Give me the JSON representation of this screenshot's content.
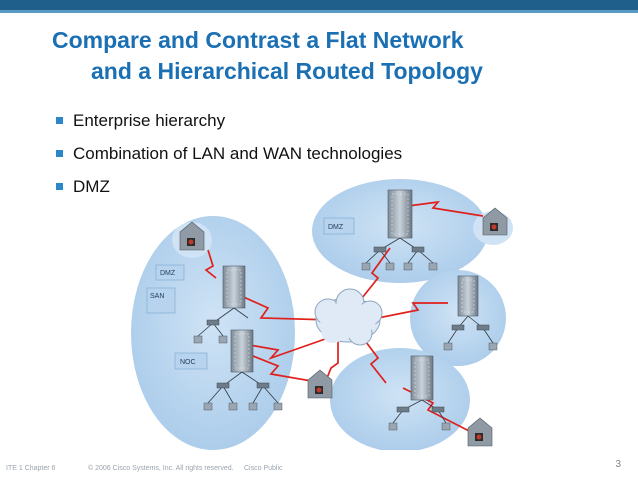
{
  "slide": {
    "title_line1": "Compare and Contrast a Flat Network",
    "title_line2": "and a Hierarchical Routed Topology",
    "bullets": [
      "Enterprise hierarchy",
      "Combination of LAN and WAN technologies",
      "DMZ"
    ]
  },
  "diagram": {
    "labels": {
      "dmz_top": "DMZ",
      "dmz_left": "DMZ",
      "san": "SAN",
      "noc": "NOC"
    }
  },
  "footer": {
    "course": "ITE 1 Chapter 6",
    "copyright": "© 2006 Cisco Systems, Inc. All rights reserved.",
    "classification": "Cisco Public",
    "page": "3"
  },
  "colors": {
    "title": "#1b6fb3",
    "bullet": "#2a87c9",
    "topbar": "#1f5f8b",
    "wan_link": "#e0201c",
    "cloud_fill": "#dfeaf6"
  }
}
